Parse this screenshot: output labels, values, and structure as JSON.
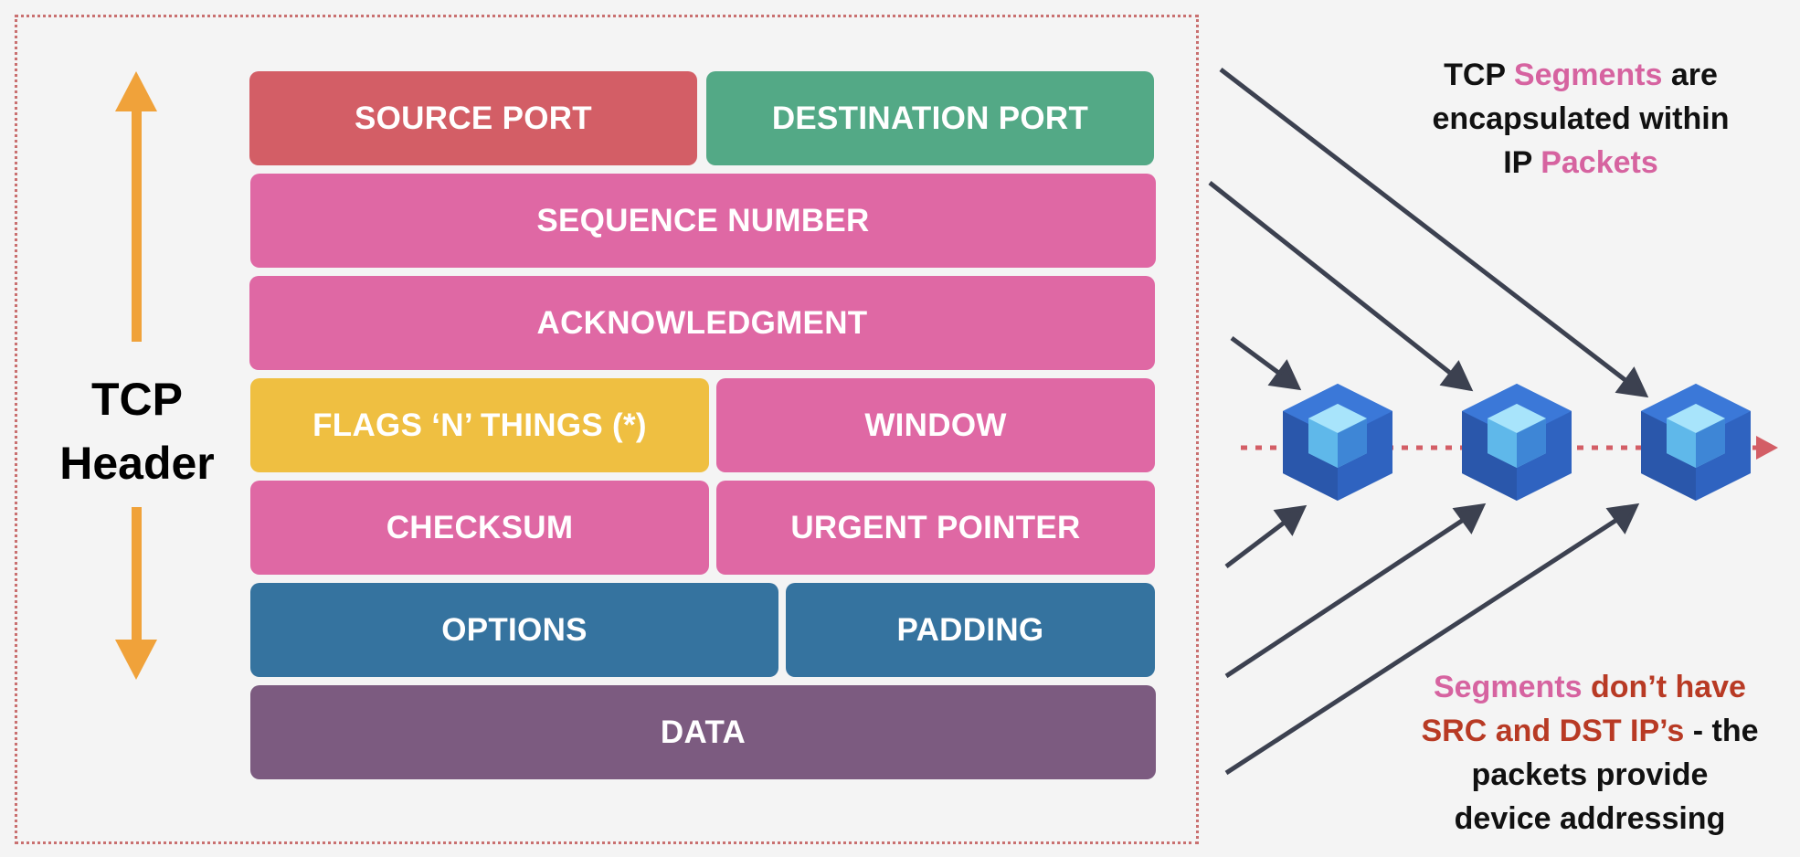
{
  "header_label": {
    "line1": "TCP",
    "line2": "Header"
  },
  "fields": {
    "source_port": "SOURCE PORT",
    "destination_port": "DESTINATION PORT",
    "sequence_number": "SEQUENCE NUMBER",
    "acknowledgment": "ACKNOWLEDGMENT",
    "flags": "FLAGS ‘N’ THINGS (*)",
    "window": "WINDOW",
    "checksum": "CHECKSUM",
    "urgent_pointer": "URGENT POINTER",
    "options": "OPTIONS",
    "padding": "PADDING",
    "data": "DATA"
  },
  "note_top": {
    "w1": "TCP",
    "w2": "Segments",
    "w3": "are",
    "line2": "encapsulated within",
    "w4": "IP",
    "w5": "Packets"
  },
  "note_bottom": {
    "w1": "Segments",
    "w2": "don’t have",
    "w3": "SRC and DST IP’s",
    "w4": "- the",
    "line3": "packets provide",
    "line4": "device addressing"
  },
  "colors": {
    "source_port": "#d35e66",
    "destination_port": "#53a986",
    "pink_fields": "#df68a4",
    "flags": "#efbf41",
    "options_padding": "#35739f",
    "data": "#7c5b80",
    "header_arrow": "#f0a23a",
    "highlight_pink": "#d663a0",
    "highlight_red": "#b83a24",
    "cube": "#2f63c0"
  },
  "icons": [
    "cube-icon",
    "cube-icon",
    "cube-icon"
  ]
}
